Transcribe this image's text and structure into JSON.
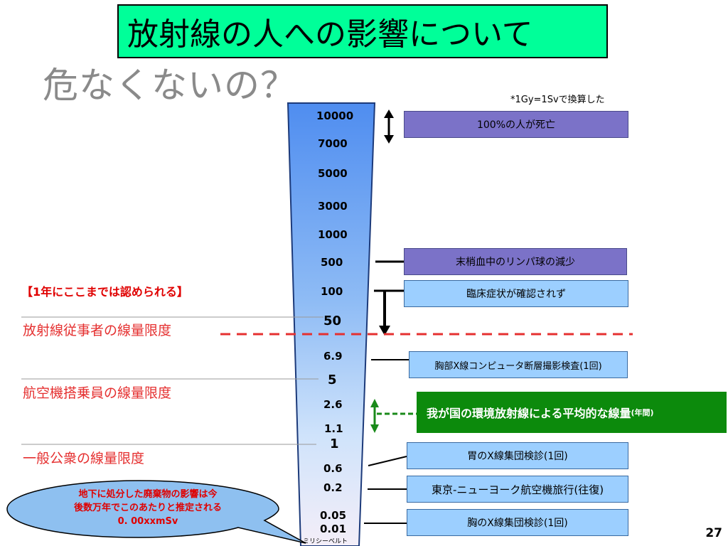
{
  "title": "放射線の人への影響について",
  "subtitle": "危なくないの？",
  "note": "*1Gy=1Svで換算した",
  "scale_labels": [
    "10000",
    "7000",
    "5000",
    "3000",
    "1000",
    "500",
    "100",
    "50",
    "6.9",
    "5",
    "2.6",
    "1.1",
    "1",
    "0.6",
    "0.2",
    "0.05",
    "0.01"
  ],
  "scale_bottom": "ミリシーベルト",
  "boxes": {
    "death": "100%の人が死亡",
    "lymph": "末梢血中のリンパ球の減少",
    "clinical": "臨床症状が確認されず",
    "ct": "胸部X線コンピュータ断層撮影検査(1回)",
    "natural": "我が国の環境放射線による平均的な線量",
    "natural_suffix": "(年間)",
    "stomach": "胃のX線集団検診(1回)",
    "flight": "東京-ニューヨーク航空機旅行(往復)",
    "chest": "胸のX線集団検診(1回)"
  },
  "left_labels": {
    "annual_allowed": "【1年にここまでは認められる】",
    "worker_limit": "放射線従事者の線量限度",
    "aircrew_limit": "航空機搭乗員の線量限度",
    "public_limit": "一般公衆の線量限度"
  },
  "bubble": {
    "line1": "地下に処分した廃棄物の影響は今",
    "line2": "後数万年でこのあたりと推定される",
    "line3": "0. 00xxmSv"
  },
  "page_number": "27",
  "colors": {
    "title_bg": "#00ff99",
    "purple_box": "#7b72c8",
    "light_box": "#9ccfff",
    "green_box": "#0c8a0c",
    "red": "#e53030"
  }
}
